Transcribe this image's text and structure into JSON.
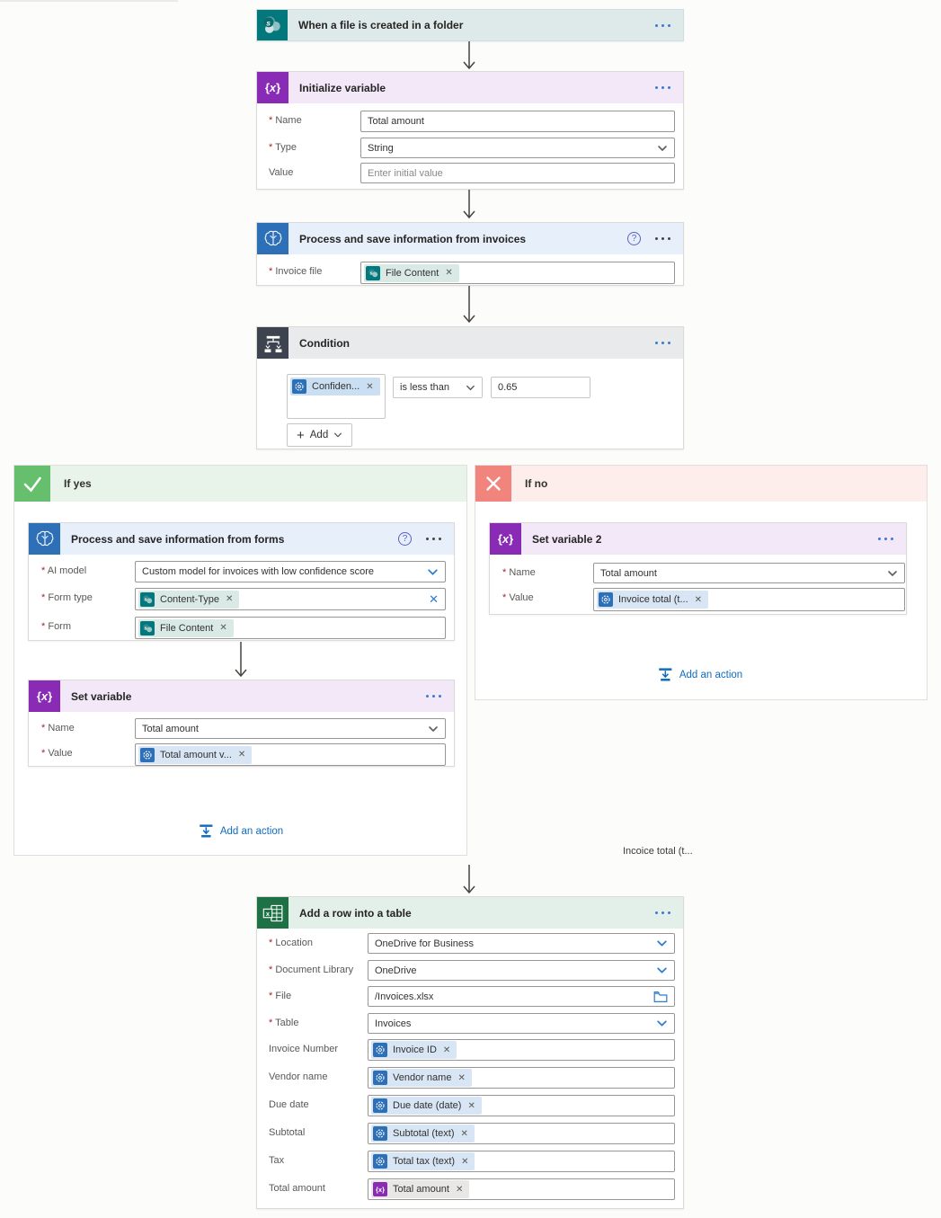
{
  "colors": {
    "sharepoint_teal": "#03787c",
    "ai_builder_blue": "#2e70b8",
    "variable_purple": "#8a2bb5",
    "condition_dark": "#3d4450",
    "excel_green": "#1e7145",
    "if_yes_green": "#65bf6d",
    "if_no_red": "#f1847d",
    "link_blue": "#0f6cbd"
  },
  "trigger": {
    "title": "When a file is created in a folder"
  },
  "init_var": {
    "title": "Initialize variable",
    "name_label": "Name",
    "name_value": "Total amount",
    "type_label": "Type",
    "type_value": "String",
    "value_label": "Value",
    "value_placeholder": "Enter initial value"
  },
  "process_invoices": {
    "title": "Process and save information from invoices",
    "invoice_file_label": "Invoice file",
    "invoice_file_token": "File Content"
  },
  "condition": {
    "title": "Condition",
    "operand_token": "Confiden...",
    "operator": "is less than",
    "value": "0.65",
    "add_label": "Add"
  },
  "if_yes": {
    "label": "If yes",
    "forms": {
      "title": "Process and save information from forms",
      "ai_model_label": "AI model",
      "ai_model_value": "Custom model for invoices with low confidence score",
      "form_type_label": "Form type",
      "form_type_token": "Content-Type",
      "form_label": "Form",
      "form_token": "File Content"
    },
    "set_variable": {
      "title": "Set variable",
      "name_label": "Name",
      "name_value": "Total amount",
      "value_label": "Value",
      "value_token": "Total amount v..."
    },
    "add_action_label": "Add an action"
  },
  "if_no": {
    "label": "If no",
    "set_variable2": {
      "title": "Set variable 2",
      "name_label": "Name",
      "name_value": "Total amount",
      "value_label": "Value",
      "value_token": "Invoice total (t..."
    },
    "add_action_label": "Add an action"
  },
  "floating_text": "Incoice total (t...",
  "add_row": {
    "title": "Add a row into a table",
    "rows": [
      {
        "label": "Location",
        "value": "OneDrive for Business"
      },
      {
        "label": "Document Library",
        "value": "OneDrive"
      },
      {
        "label": "File",
        "value": "/Invoices.xlsx"
      },
      {
        "label": "Table",
        "value": "Invoices"
      },
      {
        "label": "Invoice Number",
        "token": "Invoice ID"
      },
      {
        "label": "Vendor name",
        "token": "Vendor name"
      },
      {
        "label": "Due date",
        "token": "Due date (date)"
      },
      {
        "label": "Subtotal",
        "token": "Subtotal (text)"
      },
      {
        "label": "Tax",
        "token": "Total tax (text)"
      },
      {
        "label": "Total amount",
        "token": "Total amount"
      }
    ]
  }
}
